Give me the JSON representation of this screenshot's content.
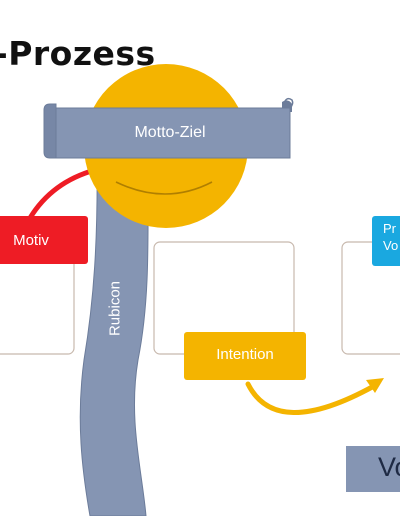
{
  "slide": {
    "title": "-Prozess",
    "motto_ziel": "Motto-Ziel",
    "motiv": "Motiv",
    "rubicon": "Rubicon",
    "intention": "Intention",
    "praeaktionale_vorbereitung": "Pr\nVo",
    "volition": "Vo"
  },
  "colors": {
    "blue_grey": "#8595b3",
    "yellow": "#f4b400",
    "red": "#ee1c25",
    "light_blue": "#1aa8e0"
  }
}
